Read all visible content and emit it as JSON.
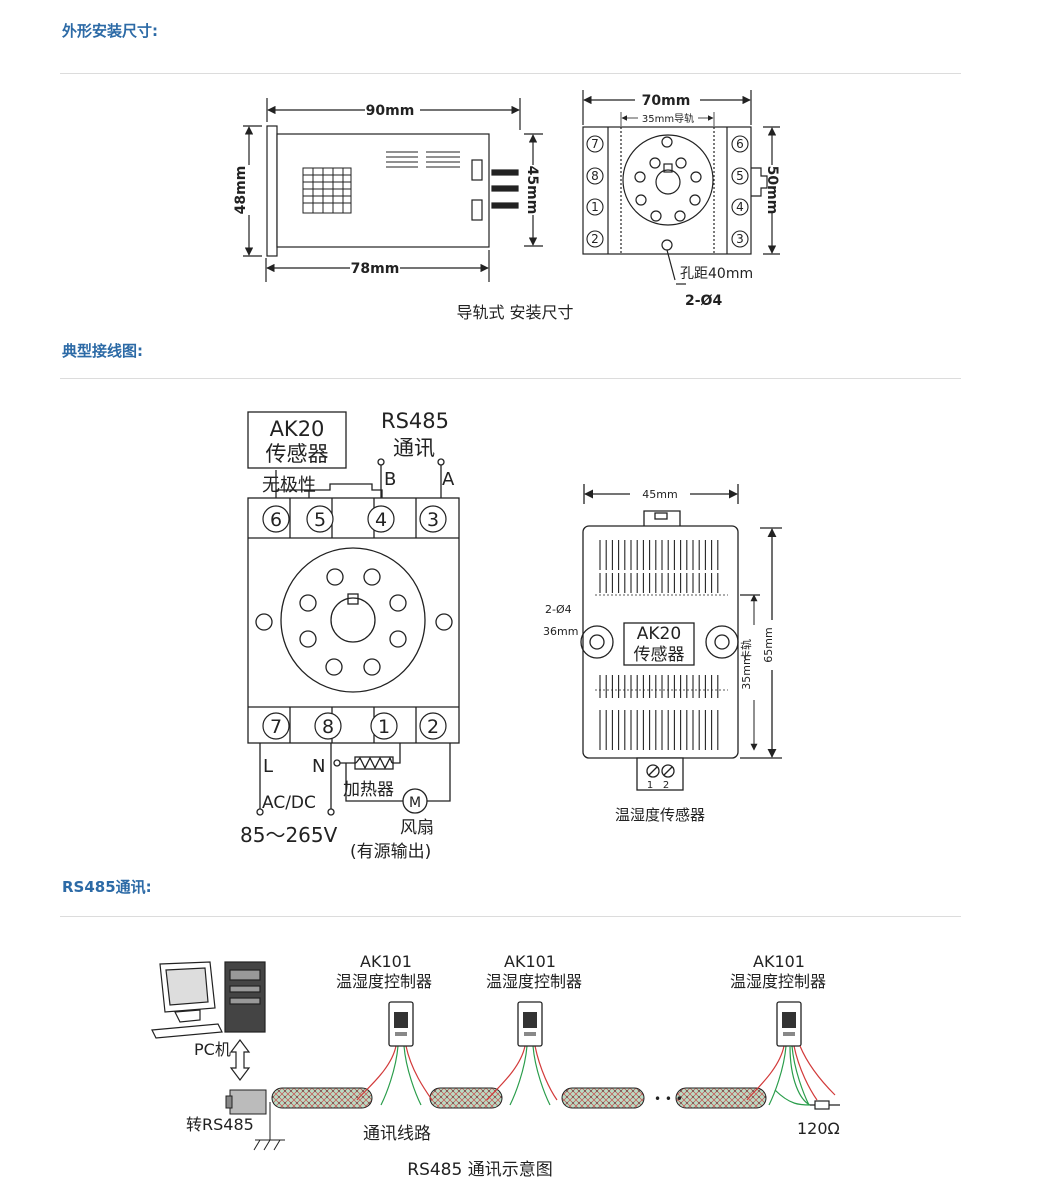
{
  "sections": {
    "dimensions_title": "外形安装尺寸:",
    "wiring_title": "典型接线图:",
    "rs485_title": "RS485通讯:"
  },
  "dim": {
    "w90": "90mm",
    "w78": "78mm",
    "h48": "48mm",
    "h45": "45mm",
    "w70": "70mm",
    "rail35": "35mm导轨",
    "h50": "50mm",
    "hole_dist": "孔距40mm",
    "hole_dia": "2-Ø4",
    "caption": "导轨式 安装尺寸",
    "base_terms_left": [
      "7",
      "8",
      "1",
      "2"
    ],
    "base_terms_right": [
      "6",
      "5",
      "4",
      "3"
    ]
  },
  "wiring": {
    "sensor_box_l1": "AK20",
    "sensor_box_l2": "传感器",
    "rs485_l1": "RS485",
    "rs485_l2": "通讯",
    "label_b": "B",
    "label_a": "A",
    "nonpolar": "无极性",
    "terms_top": [
      "6",
      "5",
      "4",
      "3"
    ],
    "terms_bottom": [
      "7",
      "8",
      "1",
      "2"
    ],
    "label_l": "L",
    "label_n": "N",
    "heater": "加热器",
    "acdc": "AC/DC",
    "voltage": "85～265V",
    "fan_motor": "M",
    "fan": "风扇",
    "fan_note": "(有源输出)",
    "s_w45": "45mm",
    "s_hole": "2-Ø4",
    "s_36": "36mm",
    "s_name_l1": "AK20",
    "s_name_l2": "传感器",
    "s_rail": "卡轨",
    "s_35": "35mm",
    "s_65": "65mm",
    "s_t1": "1",
    "s_t2": "2",
    "s_caption": "温湿度传感器"
  },
  "rs485": {
    "pc": "PC机",
    "converter": "转RS485",
    "line": "通讯线路",
    "resistor": "120Ω",
    "caption": "RS485 通讯示意图",
    "dots": "• • •",
    "controllers": [
      {
        "l1": "AK101",
        "l2": "温湿度控制器"
      },
      {
        "l1": "AK101",
        "l2": "温湿度控制器"
      },
      {
        "l1": "AK101",
        "l2": "温湿度控制器"
      }
    ]
  },
  "colors": {
    "title_blue": "#2c6aa6",
    "line": "#222222",
    "green_wire": "#2a9d4b",
    "red_wire": "#d23a3a"
  }
}
